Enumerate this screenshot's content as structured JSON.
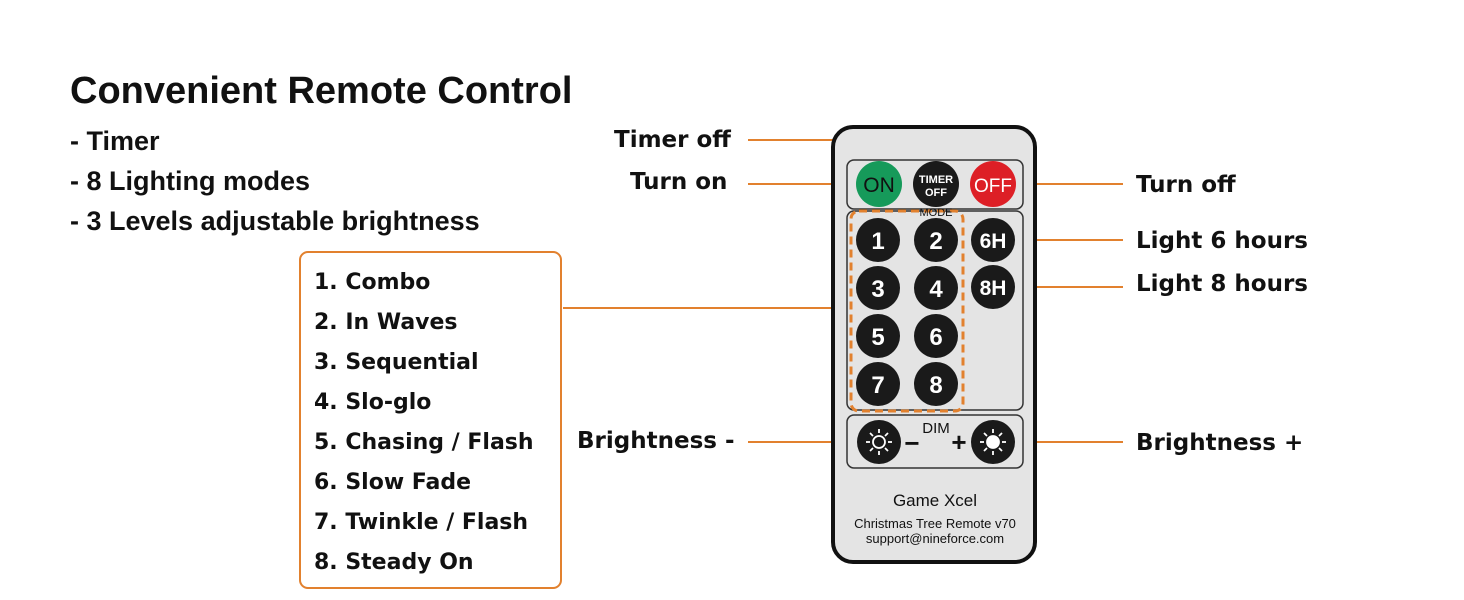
{
  "header": {
    "title": "Convenient Remote Control",
    "features": [
      "- Timer",
      "- 8 Lighting modes",
      "- 3 Levels adjustable brightness"
    ]
  },
  "modes": [
    "1. Combo",
    "2. In Waves",
    "3. Sequential",
    "4. Slo-glo",
    "5. Chasing / Flash",
    "6. Slow Fade",
    "7. Twinkle / Flash",
    "8. Steady On"
  ],
  "callouts": {
    "timer_off": "Timer off",
    "turn_on": "Turn on",
    "turn_off": "Turn off",
    "light_6": "Light 6 hours",
    "light_8": "Light 8 hours",
    "brightness_minus": "Brightness -",
    "brightness_plus": "Brightness +"
  },
  "remote": {
    "on_label": "ON",
    "timer_off_line1": "TIMER",
    "timer_off_line2": "OFF",
    "off_label": "OFF",
    "mode_label": "MODE",
    "keys": [
      "1",
      "2",
      "3",
      "4",
      "5",
      "6",
      "7",
      "8"
    ],
    "key_6h": "6H",
    "key_8h": "8H",
    "dim_label": "DIM",
    "minus_sign": "−",
    "plus_sign": "+",
    "brand": "Game Xcel",
    "model": "Christmas Tree Remote v70",
    "support": "support@nineforce.com"
  },
  "colors": {
    "accent_orange": "#e2812e",
    "on_green": "#169a5a",
    "off_red": "#dd1f26",
    "button_black": "#1a1a1a",
    "remote_body": "#e4e4e4"
  }
}
